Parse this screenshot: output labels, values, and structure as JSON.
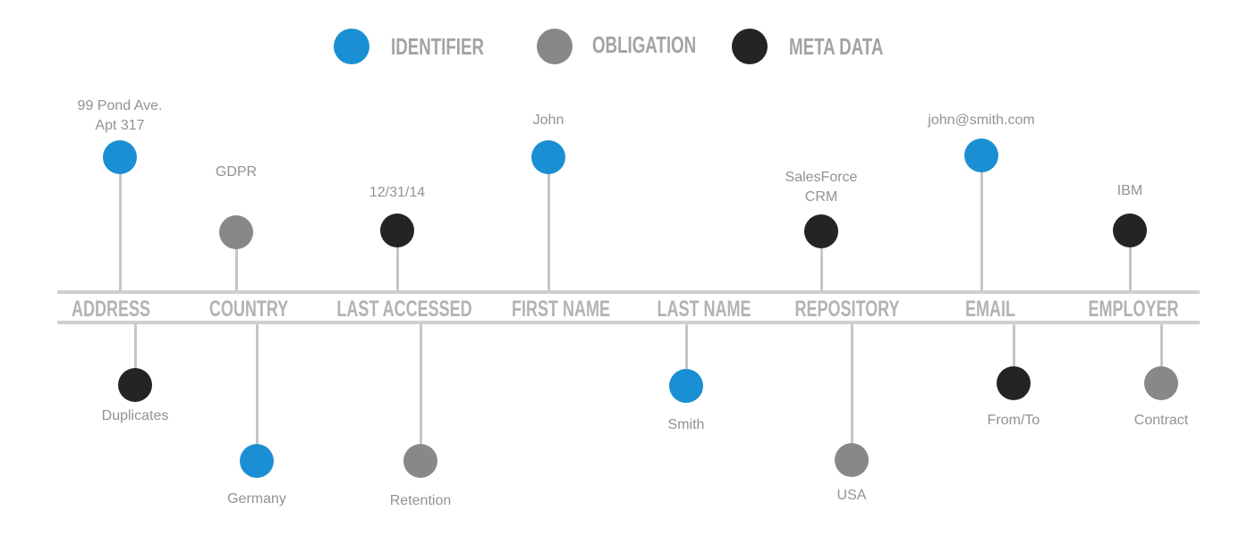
{
  "legend": {
    "identifier": {
      "label": "IDENTIFIER",
      "color": "#1b8fd3"
    },
    "obligation": {
      "label": "OBLIGATION",
      "color": "#888888"
    },
    "meta": {
      "label": "META DATA",
      "color": "#242424"
    }
  },
  "categories": [
    {
      "label": "ADDRESS",
      "above": {
        "value": "99 Pond Ave.\nApt 317",
        "kind": "identifier"
      },
      "below": {
        "value": "Duplicates",
        "kind": "meta"
      }
    },
    {
      "label": "COUNTRY",
      "above": {
        "value": "GDPR",
        "kind": "obligation"
      },
      "below": {
        "value": "Germany",
        "kind": "identifier"
      }
    },
    {
      "label": "LAST ACCESSED",
      "above": {
        "value": "12/31/14",
        "kind": "meta"
      },
      "below": {
        "value": "Retention",
        "kind": "obligation"
      }
    },
    {
      "label": "FIRST NAME",
      "above": {
        "value": "John",
        "kind": "identifier"
      },
      "below": null
    },
    {
      "label": "LAST NAME",
      "above": null,
      "below": {
        "value": "Smith",
        "kind": "identifier"
      }
    },
    {
      "label": "REPOSITORY",
      "above": {
        "value": "SalesForce\nCRM",
        "kind": "meta"
      },
      "below": {
        "value": "USA",
        "kind": "obligation"
      }
    },
    {
      "label": "EMAIL",
      "above": {
        "value": "john@smith.com",
        "kind": "identifier"
      },
      "below": {
        "value": "From/To",
        "kind": "meta"
      }
    },
    {
      "label": "EMPLOYER",
      "above": {
        "value": "IBM",
        "kind": "meta"
      },
      "below": {
        "value": "Contract",
        "kind": "obligation"
      }
    }
  ]
}
